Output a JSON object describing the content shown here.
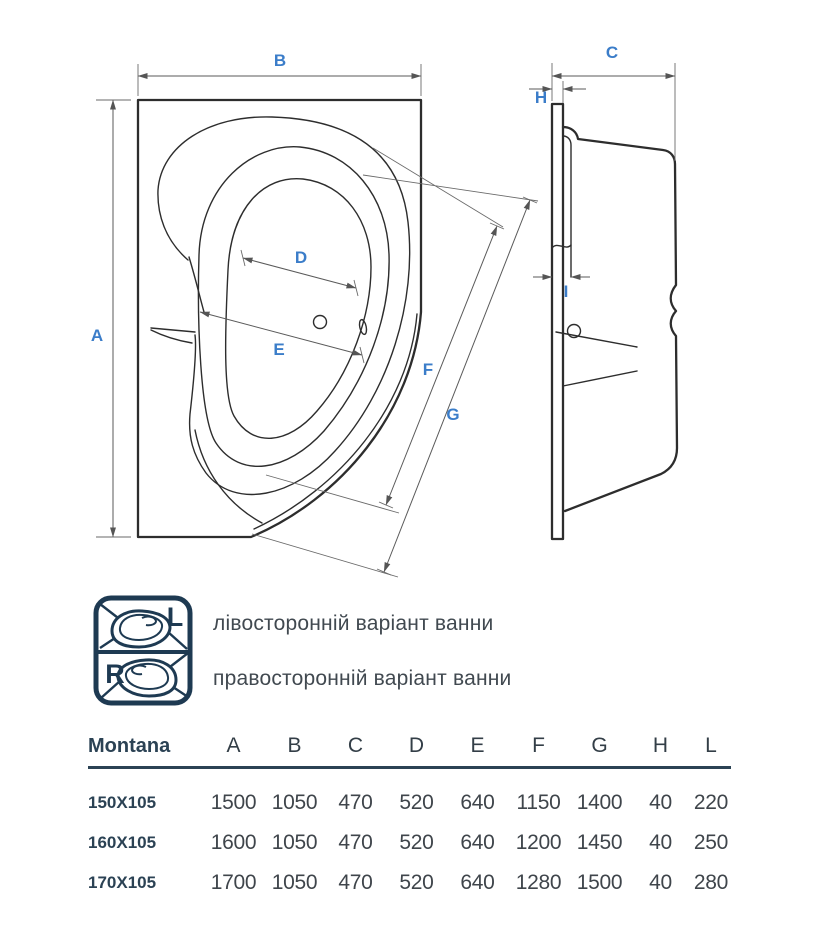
{
  "drawing": {
    "dim_labels": {
      "a": "A",
      "b": "B",
      "c": "C",
      "d": "D",
      "e": "E",
      "f": "F",
      "g": "G",
      "h": "H",
      "i": "I"
    },
    "label_color": "#3b7dc9"
  },
  "variants": {
    "left_letter": "L",
    "right_letter": "R",
    "left_text": "лівосторонній варіант ванни",
    "right_text": "правосторонній варіант ванни",
    "icon_color": "#1e3a52"
  },
  "table": {
    "model": "Montana",
    "columns": [
      "A",
      "B",
      "C",
      "D",
      "E",
      "F",
      "G",
      "H",
      "L"
    ],
    "rows": [
      {
        "size": "150X105",
        "values": [
          "1500",
          "1050",
          "470",
          "520",
          "640",
          "1150",
          "1400",
          "40",
          "220"
        ]
      },
      {
        "size": "160X105",
        "values": [
          "1600",
          "1050",
          "470",
          "520",
          "640",
          "1200",
          "1450",
          "40",
          "250"
        ]
      },
      {
        "size": "170X105",
        "values": [
          "1700",
          "1050",
          "470",
          "520",
          "640",
          "1280",
          "1500",
          "40",
          "280"
        ]
      }
    ]
  }
}
